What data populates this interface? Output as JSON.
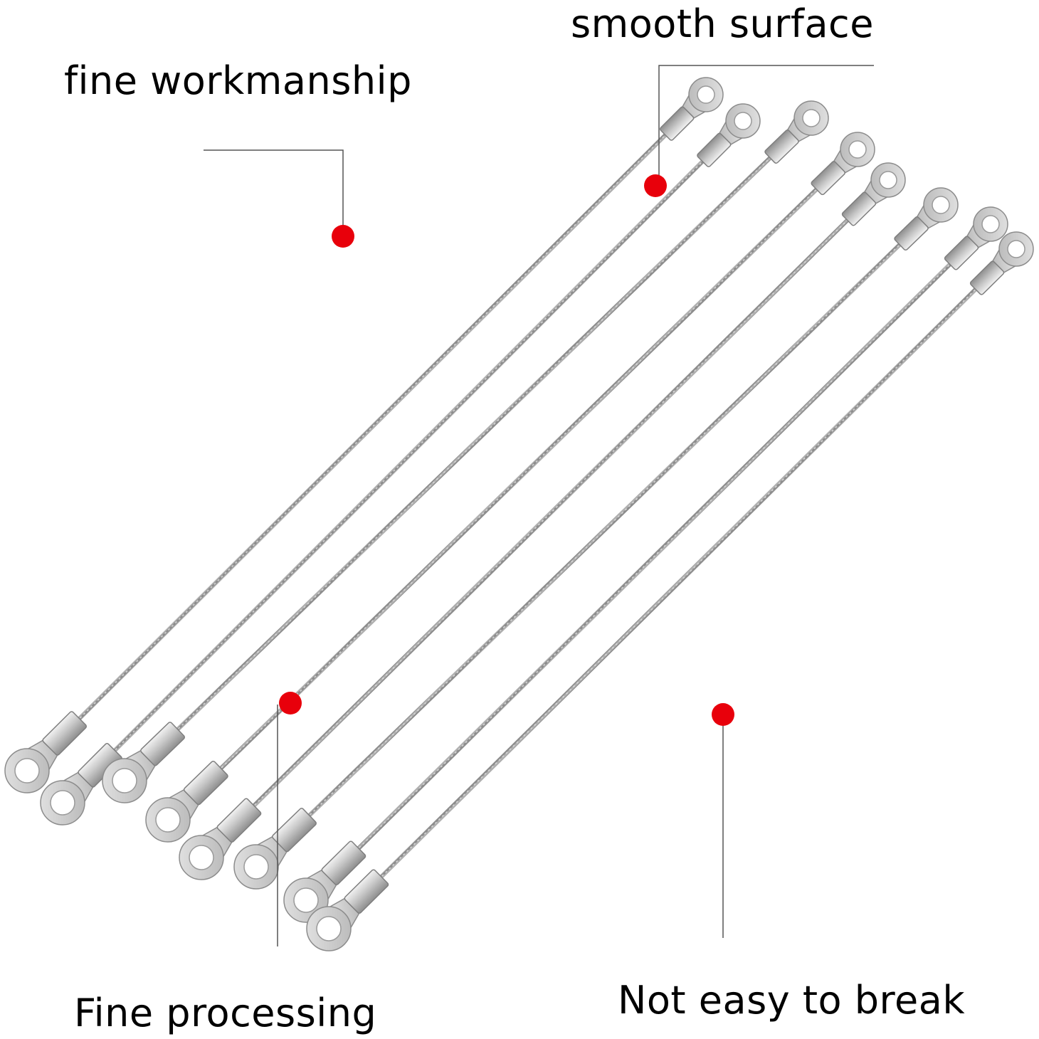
{
  "callouts": {
    "fine_workmanship": "fine workmanship",
    "smooth_surface": "smooth surface",
    "fine_processing": "Fine processing",
    "not_easy_to_break": "Not easy to break"
  },
  "colors": {
    "background": "#ffffff",
    "text": "#000000",
    "callout_dot": "#e8000b",
    "leader_line": "#555555",
    "cable": "#a9a9a9",
    "terminal": "#c9c9c9",
    "terminal_edge": "#8c8c8c"
  },
  "cable_count": 8
}
